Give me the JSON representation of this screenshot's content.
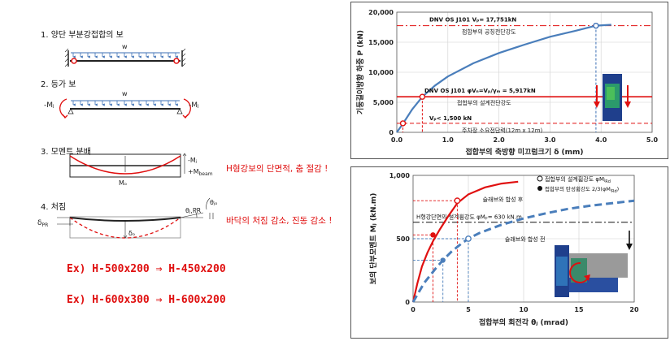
{
  "left": {
    "steps": [
      {
        "label": "1. 양단 부분강접합의 보",
        "w": "w"
      },
      {
        "label": "2. 등가 보",
        "w": "w",
        "mj_left": "-Mⱼ",
        "mj_right": "-Mⱼ"
      },
      {
        "label": "3. 모멘트 분배",
        "mj": "-Mⱼ",
        "mbeam": "+M",
        "mbeam_sub": "beam",
        "mo": "Mₒ"
      },
      {
        "label": "4. 처짐",
        "theta": "θⱼₒ",
        "theta_pr": "θⱼ,PR",
        "delta_pr": "δ",
        "delta_pr_sub": "PR",
        "delta_o": "δₒ"
      }
    ],
    "note_section": "H형강보의 단면적, 춤  절감 !",
    "note_deflection": "바닥의 처짐 감소, 진동 감소 !",
    "examples": [
      "Ex) H-500x200  ⇒  H-450x200",
      "Ex) H-600x300  ⇒  H-600x200"
    ]
  },
  "chart_data": [
    {
      "type": "line",
      "xlabel": "접합부의 축방향 미끄럼크기  δ (mm)",
      "ylabel": "기둥길이방향 하중  P (kN)",
      "xlim": [
        0.0,
        5.0
      ],
      "ylim": [
        0,
        20000
      ],
      "xticks": [
        "0.0",
        "1.0",
        "2.0",
        "3.0",
        "4.0",
        "5.0"
      ],
      "yticks": [
        "0",
        "5,000",
        "10,000",
        "15,000",
        "20,000"
      ],
      "series": [
        {
          "x": [
            0.0,
            0.1,
            0.2,
            0.3,
            0.5,
            0.75,
            1.0,
            1.5,
            2.0,
            2.5,
            3.0,
            3.5,
            3.9,
            4.2
          ],
          "y": [
            0,
            1200,
            2500,
            3800,
            5917,
            7800,
            9300,
            11500,
            13200,
            14600,
            15900,
            16900,
            17751,
            17900
          ],
          "color": "#4a7ebb"
        }
      ],
      "reference_lines": [
        {
          "y": 17751,
          "x": 3.9,
          "label": "DNV OS J101 Vₚ= 17,751kN",
          "sublabel": "접합부의 공칭전단강도"
        },
        {
          "y": 5917,
          "x": 0.5,
          "label": "DNV OS J101 φVₙ=Vₚ/γₘ = 5,917kN",
          "sublabel": "접합부의 설계전단강도"
        },
        {
          "y": 1500,
          "x": 0.12,
          "label": "Vₚ< 1,500 kN",
          "sublabel": "주차장 소요전단력(12m x 12m)"
        }
      ]
    },
    {
      "type": "line",
      "xlabel": "접합부의 회전각  θⱼ (mrad)",
      "ylabel": "보의 단부모멘트  Mⱼ (kN.m)",
      "xlim": [
        0,
        20
      ],
      "ylim": [
        0,
        1000
      ],
      "xticks": [
        "0",
        "5",
        "10",
        "15",
        "20"
      ],
      "yticks": [
        "0",
        "500",
        "1,000"
      ],
      "series": [
        {
          "name": "슬래브와 합성 후",
          "x": [
            0,
            0.4,
            0.8,
            1.3,
            1.8,
            2.4,
            3.2,
            4.0,
            5.0,
            6.5,
            8.0,
            9.5
          ],
          "y": [
            0,
            150,
            280,
            390,
            480,
            570,
            680,
            780,
            850,
            905,
            935,
            950
          ],
          "color": "#e01010"
        },
        {
          "name": "슬래브와 합성 전",
          "x": [
            0,
            1.0,
            2.0,
            2.7,
            3.5,
            4.5,
            5.0,
            6.0,
            8.0,
            10.0,
            12.0,
            14.0,
            16.0,
            18.0,
            20.0
          ],
          "y": [
            0,
            150,
            260,
            330,
            400,
            470,
            500,
            545,
            610,
            660,
            700,
            735,
            760,
            780,
            800
          ],
          "color": "#4a7ebb"
        }
      ],
      "legend": [
        {
          "marker": "open",
          "label": "접합부의 설계휨강도 φMⱼ",
          "sub": "Rd"
        },
        {
          "marker": "filled",
          "label": "접합부의 탄성휨강도 2/3(φMⱼ",
          "sub": "Rd",
          "tail": ")"
        }
      ],
      "reference_line": {
        "y": 630,
        "label": "H형강단면의 설계휨강도 φMₚ= 630 kN.m"
      },
      "points": [
        {
          "series": 0,
          "x": 4.0,
          "y": 800,
          "marker": "open"
        },
        {
          "series": 0,
          "x": 1.8,
          "y": 530,
          "marker": "filled"
        },
        {
          "series": 1,
          "x": 5.0,
          "y": 500,
          "marker": "open"
        },
        {
          "series": 1,
          "x": 2.7,
          "y": 330,
          "marker": "filled"
        }
      ]
    }
  ]
}
